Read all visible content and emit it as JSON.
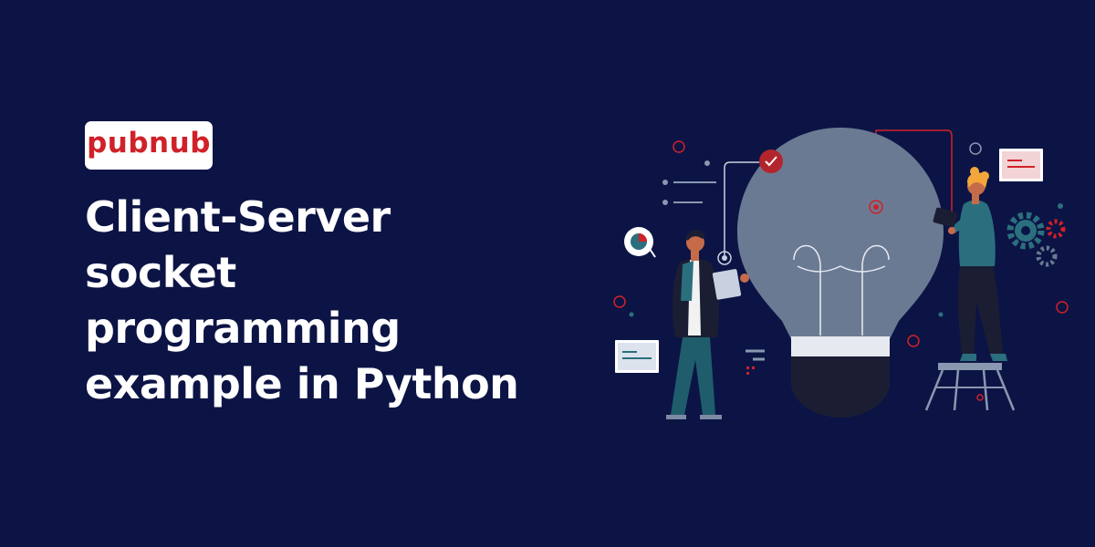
{
  "logo": {
    "text": "pubnub"
  },
  "headline": {
    "lines": [
      "Client-Server",
      "socket",
      "programming",
      "example in Python"
    ]
  },
  "colors": {
    "background": "#0c1445",
    "brand_red": "#d02129",
    "text": "#ffffff",
    "bulb": "#6b7a93",
    "teal": "#2b6f7e"
  }
}
